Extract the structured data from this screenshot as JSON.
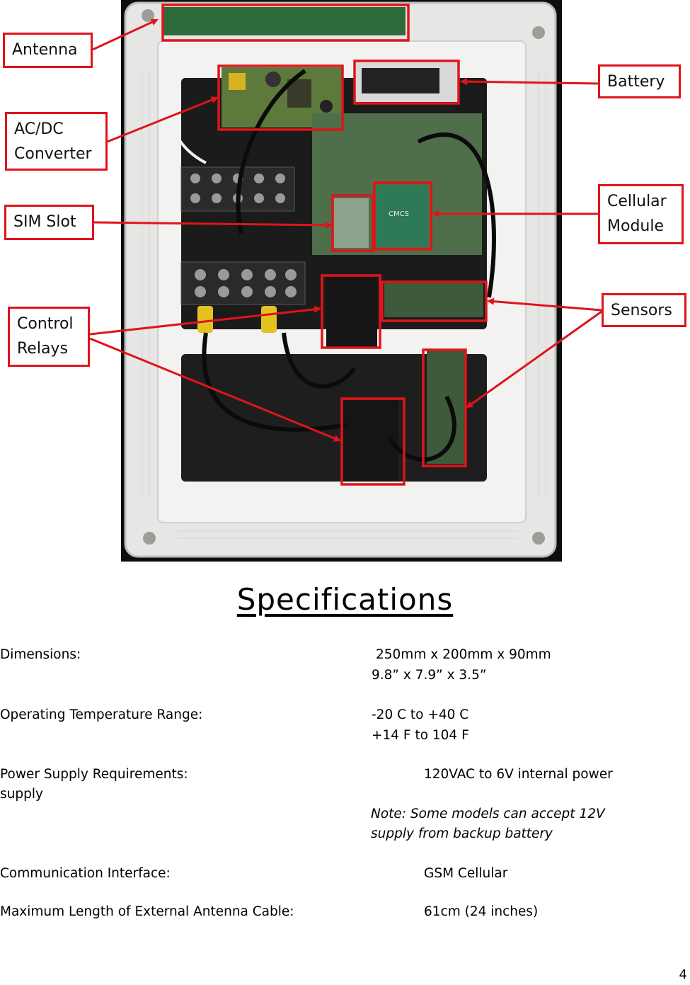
{
  "callouts": {
    "antenna": "Antenna",
    "acdc_line1": "AC/DC",
    "acdc_line2": "Converter",
    "sim_slot": "SIM Slot",
    "control_line1": "Control",
    "control_line2": "Relays",
    "battery": "Battery",
    "cellular_line1": "Cellular",
    "cellular_line2": "Module",
    "sensors": "Sensors"
  },
  "board_marking": "CMCS",
  "title": "Specifications",
  "specs": {
    "dimensions_label": "Dimensions:",
    "dimensions_value1": "250mm x 200mm x 90mm",
    "dimensions_value2": "9.8” x 7.9” x 3.5”",
    "temp_label": "Operating Temperature Range:",
    "temp_value1": "-20  C to +40  C",
    "temp_value2": "+14  F to 104  F",
    "power_label": "Power Supply Requirements:",
    "power_value": "120VAC to 6V internal power",
    "power_value_cont": "supply",
    "power_note1": "Note: Some models can accept 12V",
    "power_note2": "supply from backup battery",
    "comm_label": "Communication Interface:",
    "comm_value": "GSM Cellular",
    "antenna_label": "Maximum Length of External Antenna Cable:",
    "antenna_value": "61cm (24 inches)"
  },
  "page_number": "4",
  "colors": {
    "callout_red": "#e0141b",
    "enclosure": "#e4e4e2",
    "background": "#ffffff"
  }
}
